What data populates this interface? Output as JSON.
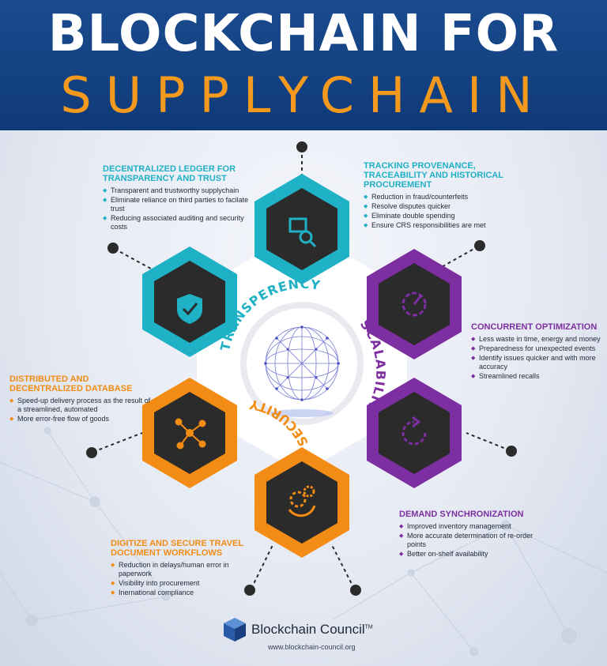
{
  "header": {
    "title_line1": "BLOCKCHAIN FOR",
    "title_line2": "SUPPLYCHAIN"
  },
  "ring_labels": {
    "transparency": "TRANSPERENCY",
    "scalability": "SCALABILITY",
    "security": "SECURITY"
  },
  "blocks": {
    "ledger": {
      "title": "DECENTRALIZED  LEDGER FOR TRANSPARENCY AND TRUST",
      "items": [
        "Transparent and trustworthy supplychain",
        "Eliminate reliance on third parties to facilate trust",
        "Reducing associated auditing and security costs"
      ]
    },
    "provenance": {
      "title": "TRACKING PROVENANCE, TRACEABILITY AND HISTORICAL PROCUREMENT",
      "items": [
        "Reduction in fraud/counterfeits",
        "Resolve disputes quicker",
        "Eliminate double spending",
        "Ensure CRS responsibilities are met"
      ]
    },
    "optimization": {
      "title": "CONCURRENT OPTIMIZATION",
      "items": [
        "Less waste in time, energy and money",
        "Preparedness for unexpected events",
        "Identify issues quicker and with more accuracy",
        "Streamlined recalls"
      ]
    },
    "database": {
      "title": "DISTRIBUTED AND DECENTRALIZED DATABASE",
      "items": [
        "Speed-up delivery process as the result of a streamlined, automated",
        "More error-free flow of goods"
      ]
    },
    "demand": {
      "title": "DEMAND SYNCHRONIZATION",
      "items": [
        "Improved inventory management",
        "More accurate determination of re-order points",
        "Better on-shelf availability"
      ]
    },
    "documents": {
      "title": "DIGITIZE AND SECURE TRAVEL DOCUMENT WORKFLOWS",
      "items": [
        "Reduction in delays/human error in paperwork",
        "Visibility into procurement",
        "Inernational compliance"
      ]
    }
  },
  "footer": {
    "brand": "Blockchain Council",
    "trademark": "TM",
    "url": "www.blockchain-council.org"
  },
  "colors": {
    "header_bg": "#1a4b8f",
    "title_white": "#ffffff",
    "title_orange": "#f39a1e",
    "teal": "#1fb1c5",
    "purple": "#7d2ea0",
    "orange": "#f28c14",
    "hex_dark": "#2b2b2b"
  },
  "icons": {
    "ledger": "shield-check-icon",
    "provenance": "search-box-icon",
    "optimization": "gear-gauge-icon",
    "database": "network-nodes-icon",
    "demand": "sync-cycle-icon",
    "documents": "gear-cycle-icon",
    "center": "globe-network-icon",
    "footer": "cube-logo-icon"
  }
}
